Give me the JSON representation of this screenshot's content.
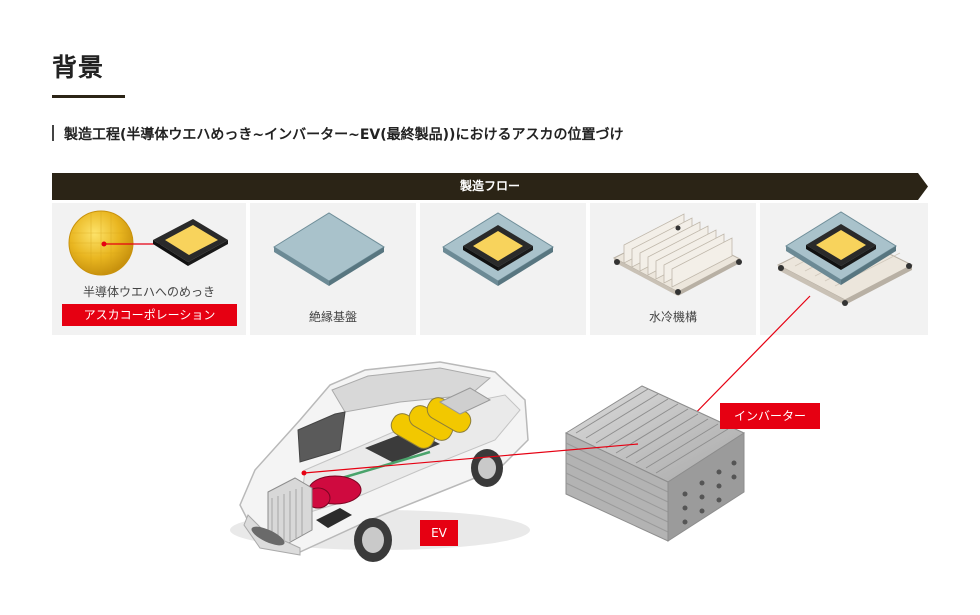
{
  "heading": {
    "title": "背景",
    "subtitle": "製造工程(半導体ウエハめっき~インバーター~EV(最終製品))におけるアスカの位置づけ"
  },
  "flow": {
    "banner_label": "製造フロー",
    "steps": [
      {
        "label": "半導体ウエハへのめっき",
        "tag": "アスカコーポレーション"
      },
      {
        "label": "絶縁基盤"
      },
      {
        "label": ""
      },
      {
        "label": "水冷機構"
      },
      {
        "label": ""
      }
    ]
  },
  "labels": {
    "inverter": "インバーター",
    "ev": "EV"
  },
  "colors": {
    "accent_red": "#e60012",
    "banner_dark": "#2b2416",
    "chip_gold": "#f8d35c",
    "substrate_blue": "#a9c2cb"
  }
}
